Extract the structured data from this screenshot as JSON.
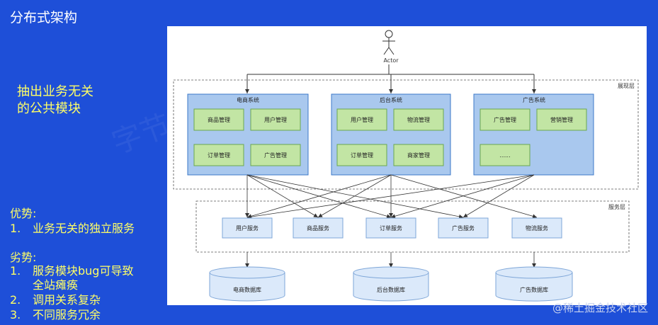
{
  "slide": {
    "title": "分布式架构",
    "subtitle_lines": [
      "抽出业务无关",
      "的公共模块"
    ],
    "pros_title": "优势:",
    "pros": [
      {
        "num": "1.",
        "text": "业务无关的独立服务"
      }
    ],
    "cons_title": "劣势:",
    "cons": [
      {
        "num": "1.",
        "lines": [
          "服务模块bug可导致",
          "全站瘫痪"
        ]
      },
      {
        "num": "2.",
        "lines": [
          "调用关系复杂"
        ]
      },
      {
        "num": "3.",
        "lines": [
          "不同服务冗余"
        ]
      }
    ],
    "watermark": "@稀土掘金技术社区"
  },
  "diagram": {
    "actor": "Actor",
    "presentation_layer_label": "展现层",
    "service_layer_label": "服务层",
    "systems": [
      {
        "name": "电商系统",
        "modules": [
          "商品管理",
          "用户管理",
          "订单管理",
          "广告管理"
        ]
      },
      {
        "name": "后台系统",
        "modules": [
          "用户管理",
          "物流管理",
          "订单管理",
          "商家管理"
        ]
      },
      {
        "name": "广告系统",
        "modules": [
          "广告管理",
          "营销管理",
          "......"
        ]
      }
    ],
    "services": [
      "用户服务",
      "商品服务",
      "订单服务",
      "广告服务",
      "物流服务"
    ],
    "databases": [
      "电商数据库",
      "后台数据库",
      "广告数据库"
    ],
    "colors": {
      "system_fill": "#a9c8ee",
      "system_stroke": "#3c78c8",
      "module_fill": "#c2e5a4",
      "module_stroke": "#6aa84f",
      "service_fill": "#dbe9fa",
      "service_stroke": "#7ea6d8",
      "db_fill": "#dbe9fa"
    }
  }
}
